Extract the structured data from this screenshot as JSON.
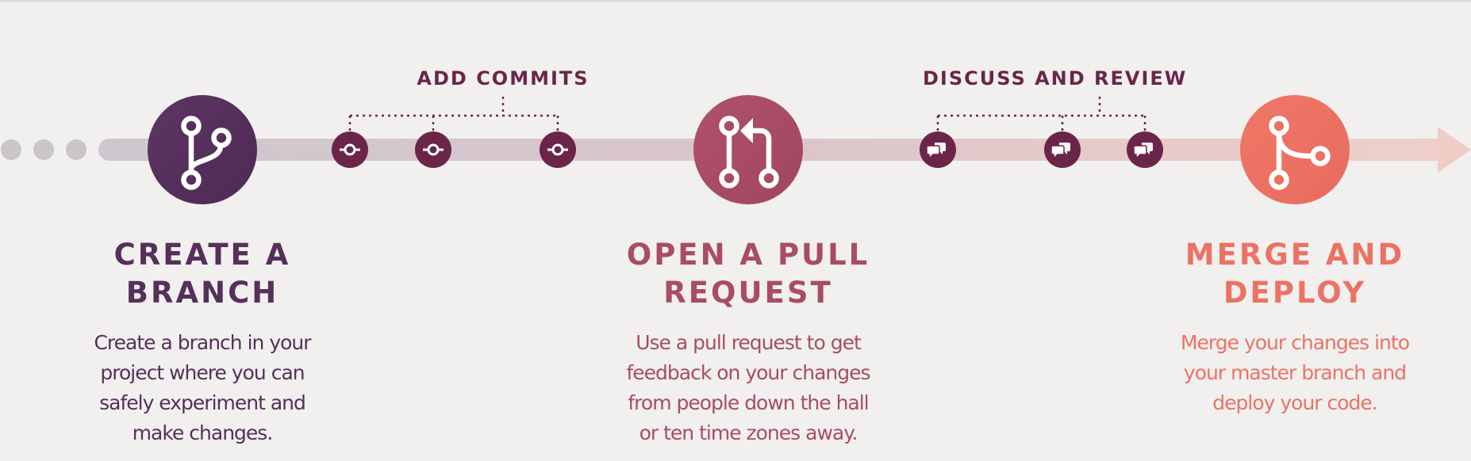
{
  "colors": {
    "background": "#f1f0ef",
    "dot": "#c9c5c9",
    "commit_dot": "#6b2549",
    "branch": "#55305a",
    "pull_request": "#a94c64",
    "merge": "#ec7264",
    "connector": "#6b2549",
    "icon_stroke": "#ffffff"
  },
  "groups": {
    "commits": {
      "label": "ADD COMMITS",
      "icon": "git-commit-icon"
    },
    "review": {
      "label": "DISCUSS AND REVIEW",
      "icon": "comment-discussion-icon"
    }
  },
  "steps": [
    {
      "icon": "git-branch-icon",
      "title_lines": [
        "CREATE A",
        "BRANCH"
      ],
      "description_lines": [
        "Create a branch in your",
        "project where you can",
        "safely experiment and",
        "make changes."
      ]
    },
    {
      "icon": "git-pull-request-icon",
      "title_lines": [
        "OPEN A PULL",
        "REQUEST"
      ],
      "description_lines": [
        "Use a pull request to get",
        "feedback on your changes",
        "from people down the hall",
        "or ten time zones away."
      ]
    },
    {
      "icon": "git-merge-icon",
      "title_lines": [
        "MERGE AND",
        "DEPLOY"
      ],
      "description_lines": [
        "Merge your changes into",
        "your master branch and",
        "deploy your code."
      ]
    }
  ]
}
